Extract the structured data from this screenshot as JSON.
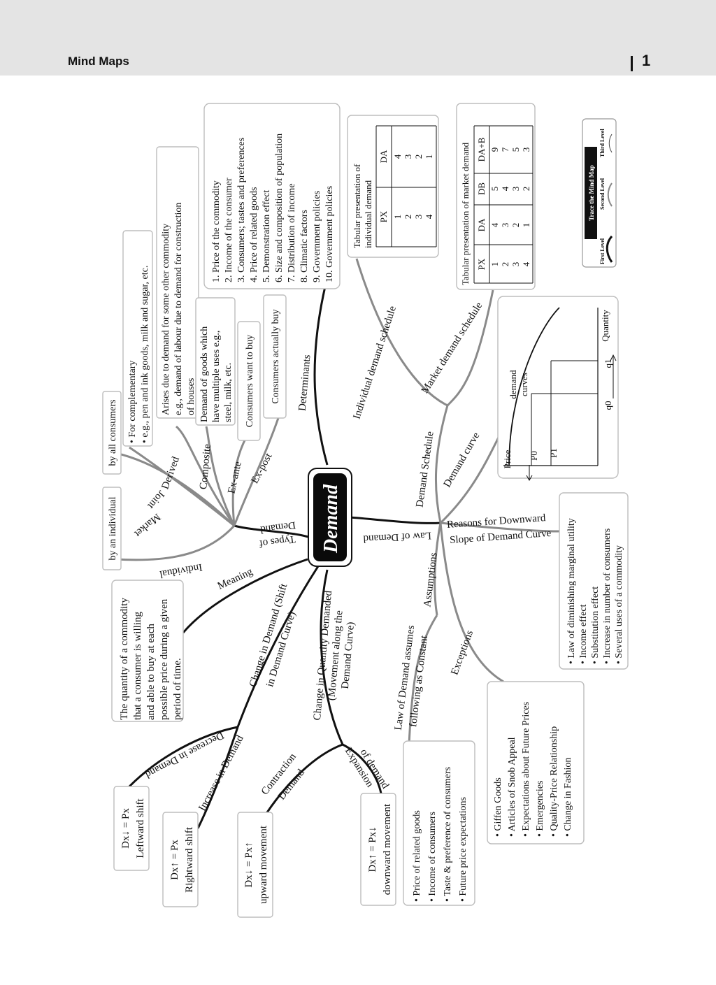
{
  "header": {
    "title": "Mind Maps",
    "page_number": "1"
  },
  "center": {
    "label": "Demand"
  },
  "branches": {
    "types": {
      "label": [
        "Types of",
        "Demand"
      ],
      "sub": {
        "individual": "Individual",
        "market": "Market",
        "joint": "Joint",
        "derived": "Derived",
        "composite": "Composite",
        "ex_ante": "Ex-ante",
        "ex_post": "Ex-post"
      },
      "boxes": {
        "individual": "by an individual",
        "market": "by all consumers",
        "joint": [
          "• For complementary",
          "• e.g., pen and ink goods, milk and sugar, etc."
        ],
        "derived": [
          "Arises due to demand for some other commodity",
          "e.g., demand of labour due to demand for construction",
          "of houses"
        ],
        "composite": [
          "Demand of goods which",
          "have multiple uses e.g.,",
          "steel, milk, etc."
        ],
        "ex_ante": "Consumers want to buy",
        "ex_post": "Consumers actually buy"
      }
    },
    "determinants": {
      "label": "Determinants",
      "items": [
        "1. Price of the commodity",
        "2. Income of the consumer",
        "3. Consumers; tastes and preferences",
        "4. Price of related goods",
        "5. Demonstration effect",
        "6. Size and composition of population",
        "7. Distribution of income",
        "8. Climatic factors",
        "9. Government policies",
        "10. Government policies"
      ]
    },
    "schedule": {
      "label": "Demand Schedule",
      "individual_label": "Individual demand schedule",
      "market_label": "Market demand schedule",
      "individual_table": {
        "caption": [
          "Tabular presentation of",
          "individual demand"
        ],
        "headers": [
          "PX",
          "DA"
        ],
        "rows": [
          [
            "1",
            "4"
          ],
          [
            "2",
            "3"
          ],
          [
            "3",
            "2"
          ],
          [
            "4",
            "1"
          ]
        ]
      },
      "market_table": {
        "caption": "Tabular presentation of market demand",
        "headers": [
          "PX",
          "DA",
          "DB",
          "DA+B"
        ],
        "rows": [
          [
            "1",
            "4",
            "5",
            "9"
          ],
          [
            "2",
            "3",
            "4",
            "7"
          ],
          [
            "3",
            "2",
            "3",
            "5"
          ],
          [
            "4",
            "1",
            "2",
            "3"
          ]
        ]
      }
    },
    "curve": {
      "label": "Demand curve",
      "graph": {
        "y_axis": "Price",
        "x_axis": "Quantity",
        "curve_label": [
          "demand",
          "curves"
        ],
        "p0": "P0",
        "p1": "P1",
        "q0": "q0",
        "q1": "q1"
      }
    },
    "law": {
      "label": "Law of Demand",
      "reasons_label": [
        "Reasons for Downward",
        "Slope of Demand Curve"
      ],
      "reasons": [
        "• Law of diminishing marginal utility",
        "• Income effect",
        "• Substitution effect",
        "• Increase in number of consumers",
        "• Several uses of a commodity"
      ],
      "assumptions_label": "Assumptions",
      "assumes_label": [
        "Law of Demand assumes",
        "following as Constant"
      ],
      "assumes": [
        "• Price of related goods",
        "• Income of consumers",
        "• Taste & preference of consumers",
        "• Future price expectations"
      ],
      "exceptions_label": "Exceptions",
      "exceptions": [
        "• Giffen Goods",
        "• Articles of Snob Appeal",
        "• Expectations about Future Prices",
        "• Emergencies",
        "• Quality-Price Relationship",
        "• Change in Fashion"
      ]
    },
    "meaning": {
      "label": "Meaning",
      "text": [
        "The quantity of a commodity",
        "that a consumer is willing",
        "and able to buy at each",
        "possible price during a given",
        "period of time."
      ]
    },
    "change_demand": {
      "label": [
        "Change in Demand (Shift",
        "in Demand Curve)"
      ],
      "decrease": "Decrease in Demand",
      "increase": "Increase in Demand",
      "decrease_box": [
        "Dx↓ = Px",
        "Leftward shift"
      ],
      "increase_box": [
        "Dx↑ = Px",
        "Rightward shift"
      ]
    },
    "change_quantity": {
      "label": [
        "Change in Quantity Demanded",
        "(Movement along the",
        "Demand Curve)"
      ],
      "contraction": [
        "Contraction",
        "Demand"
      ],
      "expansion": [
        "Expansion",
        "of demand"
      ],
      "contraction_box": [
        "Dx↓ = Px↑",
        "upward movement"
      ],
      "expansion_box": [
        "Dx↑ = Px↓",
        "downward movement"
      ]
    }
  },
  "trace": {
    "title": "Trace the Mind Map",
    "levels": [
      "First Level",
      "Second Level",
      "Third Level"
    ]
  }
}
